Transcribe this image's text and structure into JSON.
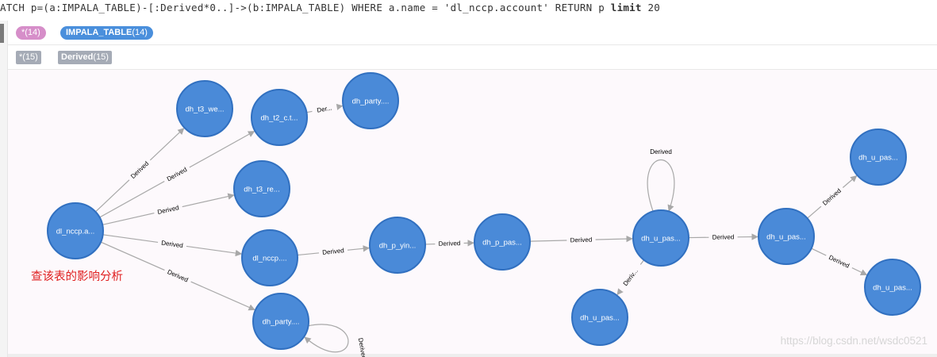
{
  "query": {
    "prefix": "ATCH p=(a:IMPALA_TABLE)-[:Derived*0..]->(b:IMPALA_TABLE) WHERE a.name = 'dl_nccp.account' RETURN p ",
    "limit_keyword": "limit",
    "limit_value": " 20"
  },
  "legend": {
    "node_labels": [
      {
        "label": "*",
        "count": "(14)",
        "color": "#d68ec9"
      },
      {
        "label": "IMPALA_TABLE",
        "count": "(14)",
        "color": "#4a8fdc"
      }
    ],
    "relationship_types": [
      {
        "label": "*",
        "count": "(15)",
        "color": "#a5abb6"
      },
      {
        "label": "Derived",
        "count": "(15)",
        "color": "#a5abb6"
      }
    ]
  },
  "graph": {
    "node_color": "#4a8ad8",
    "node_stroke": "#3170c0",
    "edge_color": "#a8a8a8",
    "nodes": [
      {
        "id": "n0",
        "label": "dl_nccp.a..."
      },
      {
        "id": "n1",
        "label": "dh_t3_we..."
      },
      {
        "id": "n2",
        "label": "dh_t2_c.t..."
      },
      {
        "id": "n3",
        "label": "dh_party...."
      },
      {
        "id": "n4",
        "label": "dh_t3_re..."
      },
      {
        "id": "n5",
        "label": "dl_nccp...."
      },
      {
        "id": "n6",
        "label": "dh_p_yin..."
      },
      {
        "id": "n7",
        "label": "dh_p_pas..."
      },
      {
        "id": "n8",
        "label": "dh_u_pas..."
      },
      {
        "id": "n9",
        "label": "dh_u_pas..."
      },
      {
        "id": "n10",
        "label": "dh_u_pas..."
      },
      {
        "id": "n11",
        "label": "dh_u_pas..."
      },
      {
        "id": "n12",
        "label": "dh_u_pas..."
      },
      {
        "id": "n13",
        "label": "dh_party...."
      }
    ],
    "edges": [
      {
        "id": "e0",
        "from": "n0",
        "to": "n1",
        "label": "Derived"
      },
      {
        "id": "e1",
        "from": "n0",
        "to": "n2",
        "label": "Derived"
      },
      {
        "id": "e2",
        "from": "n2",
        "to": "n3",
        "label": "Der..."
      },
      {
        "id": "e3",
        "from": "n0",
        "to": "n4",
        "label": "Derived"
      },
      {
        "id": "e4",
        "from": "n0",
        "to": "n5",
        "label": "Derived"
      },
      {
        "id": "e5",
        "from": "n5",
        "to": "n6",
        "label": "Derived"
      },
      {
        "id": "e6",
        "from": "n6",
        "to": "n7",
        "label": "Derived"
      },
      {
        "id": "e7",
        "from": "n7",
        "to": "n8",
        "label": "Derived"
      },
      {
        "id": "e8",
        "from": "n8",
        "to": "n8",
        "label": "Derived"
      },
      {
        "id": "e9",
        "from": "n8",
        "to": "n9",
        "label": "Derived"
      },
      {
        "id": "e10",
        "from": "n9",
        "to": "n10",
        "label": "Derived"
      },
      {
        "id": "e11",
        "from": "n9",
        "to": "n11",
        "label": "Derived"
      },
      {
        "id": "e12",
        "from": "n8",
        "to": "n12",
        "label": "Deriv..."
      },
      {
        "id": "e13",
        "from": "n0",
        "to": "n13",
        "label": "Derived"
      },
      {
        "id": "e14",
        "from": "n13",
        "to": "n13",
        "label": "Derived"
      }
    ]
  },
  "annotation": "查该表的影响分析",
  "watermark": "https://blog.csdn.net/wsdc0521"
}
